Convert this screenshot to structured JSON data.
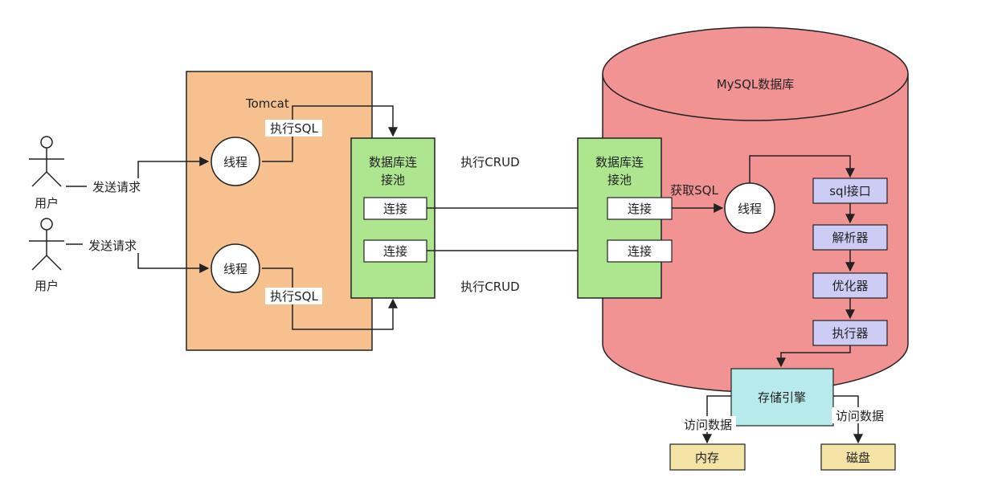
{
  "users": [
    {
      "label": "用户",
      "action": "发送请求"
    },
    {
      "label": "用户",
      "action": "发送请求"
    }
  ],
  "tomcat": {
    "title": "Tomcat",
    "threads": [
      "线程",
      "线程"
    ],
    "exec_sql": [
      "执行SQL",
      "执行SQL"
    ]
  },
  "client_pool": {
    "title_line1": "数据库连",
    "title_line2": "接池",
    "connections": [
      "连接",
      "连接"
    ]
  },
  "crud_labels": [
    "执行CRUD",
    "执行CRUD"
  ],
  "mysql": {
    "title": "MySQL数据库",
    "pool": {
      "title_line1": "数据库连",
      "title_line2": "接池",
      "connections": [
        "连接",
        "连接"
      ]
    },
    "fetch_sql": "获取SQL",
    "thread": "线程",
    "pipeline": [
      "sql接口",
      "解析器",
      "优化器",
      "执行器"
    ],
    "storage_engine": "存储引擎",
    "access_labels": [
      "访问数据",
      "访问数据"
    ],
    "memory": "内存",
    "disk": "磁盘"
  },
  "colors": {
    "tomcat_fill": "#f6c18f",
    "pool_fill": "#aee58f",
    "mysql_fill": "#f29393",
    "pipeline_fill": "#ccccf5",
    "engine_fill": "#b7eaea",
    "storage_fill": "#f3e3a4"
  }
}
